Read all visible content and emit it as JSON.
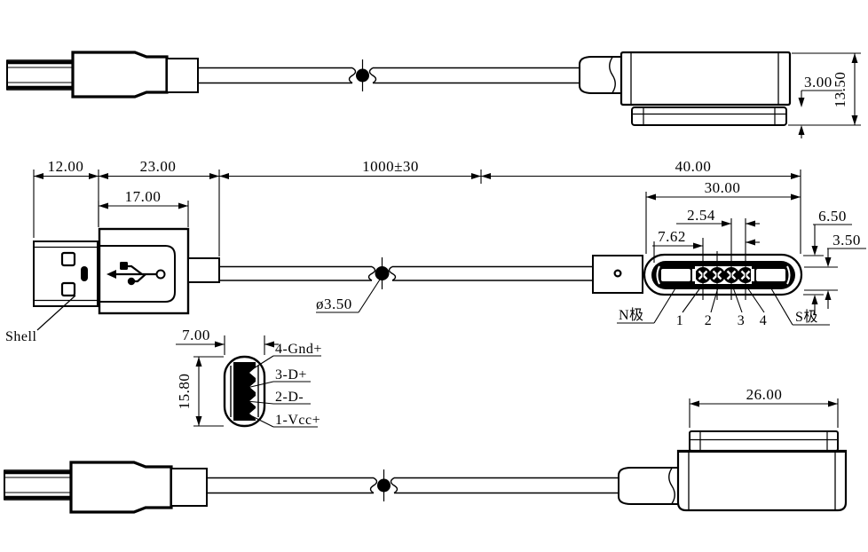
{
  "colors": {
    "ink": "#000000",
    "paper": "#ffffff"
  },
  "sideViewTop": {
    "plateHeight": "3.00",
    "totalHeight": "13.50"
  },
  "planView": {
    "shellLength": "12.00",
    "overmoldLength": "23.00",
    "cableLength": "1000±30",
    "headLength": "40.00",
    "bodyLength": "17.00",
    "faceLength": "30.00",
    "pinPitch": "2.54",
    "pinOffset": "7.62",
    "faceHeight": "6.50",
    "slotHeight": "3.50",
    "cableDiameter": "ø3.50",
    "shellLabel": "Shell",
    "nPoleLabel": "N极",
    "sPoleLabel": "S极",
    "pins": [
      "1",
      "2",
      "3",
      "4"
    ]
  },
  "sectionView": {
    "width": "7.00",
    "height": "15.80",
    "pinout": [
      "4-Gnd+",
      "3-D+",
      "2-D-",
      "1-Vcc+"
    ]
  },
  "sideViewBottom": {
    "plateLength": "26.00"
  }
}
